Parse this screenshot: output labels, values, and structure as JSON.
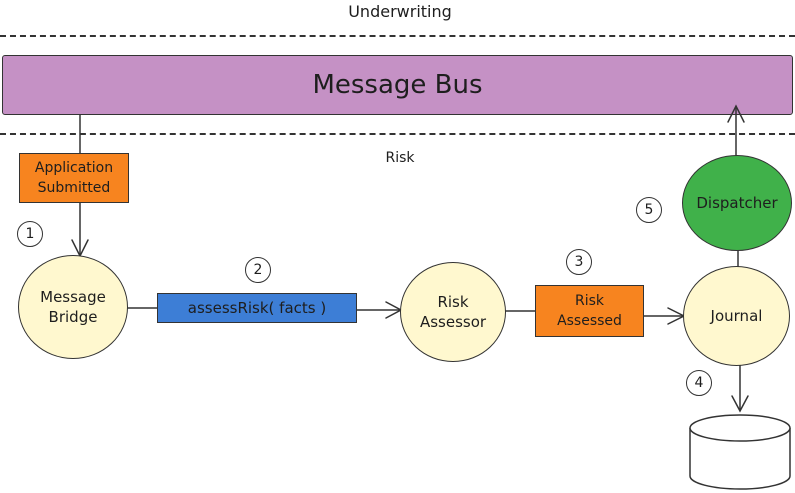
{
  "zones": {
    "top_label": "Underwriting",
    "bottom_label": "Risk"
  },
  "bus": {
    "label": "Message Bus"
  },
  "nodes": {
    "message_bridge": "Message\nBridge",
    "risk_assessor": "Risk\nAssessor",
    "journal": "Journal",
    "dispatcher": "Dispatcher",
    "store": ""
  },
  "messages": {
    "application_submitted": "Application\nSubmitted",
    "assess_risk": "assessRisk( facts )",
    "risk_assessed": "Risk\nAssessed"
  },
  "steps": [
    "1",
    "2",
    "3",
    "4",
    "5"
  ],
  "colors": {
    "bus": "#c591c5",
    "event": "#f7841f",
    "command": "#3d7ed6",
    "component": "#fff8cf",
    "dispatcher": "#40b14a"
  }
}
